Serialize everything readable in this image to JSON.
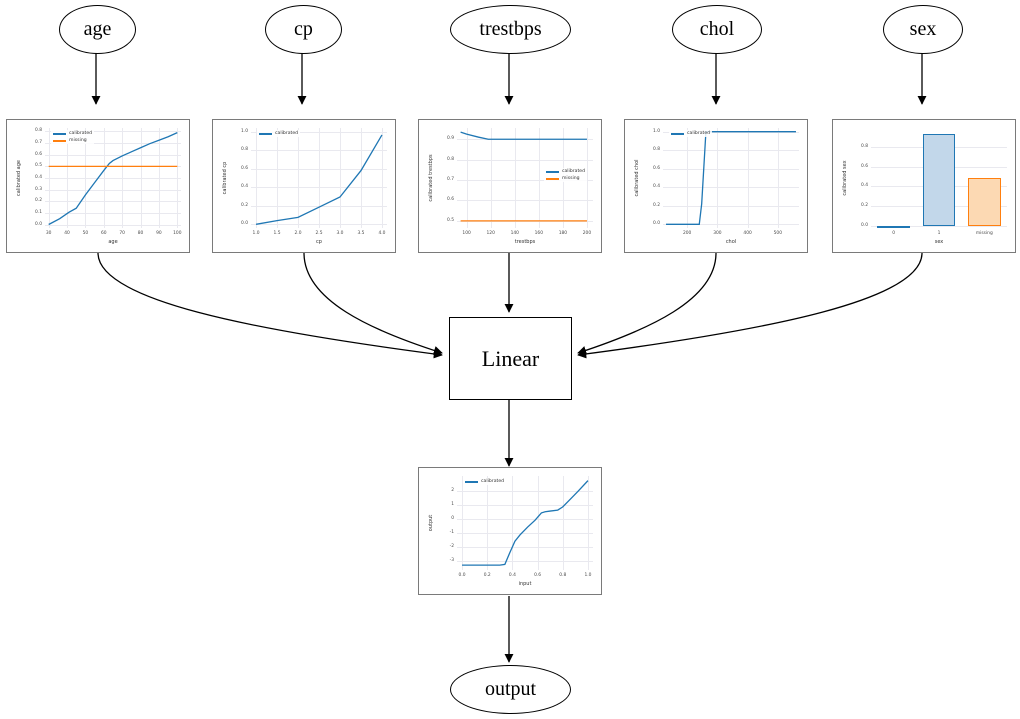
{
  "diagram": {
    "title": "neural-additive-model-graph",
    "input_nodes": [
      {
        "id": "age",
        "label": "age"
      },
      {
        "id": "cp",
        "label": "cp"
      },
      {
        "id": "trestbps",
        "label": "trestbps"
      },
      {
        "id": "chol",
        "label": "chol"
      },
      {
        "id": "sex",
        "label": "sex"
      }
    ],
    "linear_node": {
      "label": "Linear"
    },
    "output_node": {
      "label": "output"
    }
  },
  "colors": {
    "calibrated": "#1f77b4",
    "missing": "#ff7f0e",
    "bar_blue_face": "#c2d7ea",
    "bar_blue_edge": "#1f77b4",
    "bar_orange_face": "#fcd9b3",
    "bar_orange_edge": "#ff7f0e",
    "panel_border": "#7a7a7a",
    "grid": "#e9e9ef",
    "edge": "#000000"
  },
  "chart_data": [
    {
      "id": "age",
      "type": "line",
      "title": "",
      "xlabel": "age",
      "ylabel": "calibrated age",
      "xlim": [
        28,
        102
      ],
      "ylim": [
        -0.03,
        0.83
      ],
      "xticks": [
        30,
        40,
        50,
        60,
        70,
        80,
        90,
        100
      ],
      "yticks": [
        0.0,
        0.1,
        0.2,
        0.3,
        0.4,
        0.5,
        0.6,
        0.7,
        0.8
      ],
      "grid": true,
      "legend": [
        "calibrated",
        "missing"
      ],
      "legend_position": "upper left",
      "series": [
        {
          "name": "calibrated",
          "color": "#1f77b4",
          "x": [
            30,
            36,
            41,
            45,
            50,
            55,
            60,
            63,
            65,
            70,
            75,
            80,
            85,
            90,
            95,
            100
          ],
          "y": [
            0.0,
            0.05,
            0.105,
            0.14,
            0.255,
            0.36,
            0.465,
            0.525,
            0.55,
            0.59,
            0.625,
            0.66,
            0.695,
            0.725,
            0.755,
            0.79
          ]
        },
        {
          "name": "missing",
          "color": "#ff7f0e",
          "x": [
            30,
            100
          ],
          "y": [
            0.5,
            0.5
          ]
        }
      ]
    },
    {
      "id": "cp",
      "type": "line",
      "title": "",
      "xlabel": "cp",
      "ylabel": "calibrated cp",
      "xlim": [
        0.88,
        4.12
      ],
      "ylim": [
        -0.04,
        1.04
      ],
      "xticks": [
        1.0,
        1.5,
        2.0,
        2.5,
        3.0,
        3.5,
        4.0
      ],
      "yticks": [
        0.0,
        0.2,
        0.4,
        0.6,
        0.8,
        1.0
      ],
      "grid": true,
      "legend": [
        "calibrated"
      ],
      "legend_position": "upper left",
      "series": [
        {
          "name": "calibrated",
          "color": "#1f77b4",
          "x": [
            1.0,
            1.5,
            2.0,
            2.5,
            3.0,
            3.5,
            4.0
          ],
          "y": [
            0.0,
            0.04,
            0.075,
            0.185,
            0.295,
            0.58,
            0.965
          ]
        }
      ]
    },
    {
      "id": "trestbps",
      "type": "line",
      "title": "",
      "xlabel": "trestbps",
      "ylabel": "calibrated trestbps",
      "xlim": [
        92,
        205
      ],
      "ylim": [
        0.465,
        0.955
      ],
      "xticks": [
        100,
        120,
        140,
        160,
        180,
        200
      ],
      "yticks": [
        0.5,
        0.6,
        0.7,
        0.8,
        0.9
      ],
      "grid": true,
      "legend": [
        "calibrated",
        "missing"
      ],
      "legend_position": "center right",
      "series": [
        {
          "name": "calibrated",
          "color": "#1f77b4",
          "x": [
            95,
            100,
            110,
            118,
            130,
            150,
            170,
            200
          ],
          "y": [
            0.935,
            0.925,
            0.91,
            0.9,
            0.9,
            0.9,
            0.9,
            0.9
          ]
        },
        {
          "name": "missing",
          "color": "#ff7f0e",
          "x": [
            95,
            200
          ],
          "y": [
            0.5,
            0.5
          ]
        }
      ]
    },
    {
      "id": "chol",
      "type": "line",
      "title": "",
      "xlabel": "chol",
      "ylabel": "calibrated chol",
      "xlim": [
        120,
        570
      ],
      "ylim": [
        -0.04,
        1.04
      ],
      "xticks": [
        200,
        300,
        400,
        500
      ],
      "yticks": [
        0.0,
        0.2,
        0.4,
        0.6,
        0.8,
        1.0
      ],
      "grid": true,
      "legend": [
        "calibrated"
      ],
      "legend_position": "upper left",
      "series": [
        {
          "name": "calibrated",
          "color": "#1f77b4",
          "x": [
            130,
            200,
            240,
            248,
            262,
            300,
            400,
            500,
            560
          ],
          "y": [
            0.0,
            0.0,
            0.0,
            0.22,
            1.0,
            1.0,
            1.0,
            1.0,
            1.0
          ]
        }
      ]
    },
    {
      "id": "sex",
      "type": "bar",
      "title": "",
      "xlabel": "sex",
      "ylabel": "calibrated sex",
      "categories": [
        "0",
        "1",
        "missing"
      ],
      "values": [
        0.0,
        0.93,
        0.49
      ],
      "bar_colors": [
        "#c2d7ea",
        "#c2d7ea",
        "#fcd9b3"
      ],
      "bar_edge_colors": [
        "#1f77b4",
        "#1f77b4",
        "#ff7f0e"
      ],
      "ylim": [
        -0.02,
        0.99
      ],
      "yticks": [
        0.0,
        0.2,
        0.4,
        0.6,
        0.8
      ],
      "grid": true,
      "legend": [],
      "legend_position": "none"
    },
    {
      "id": "output",
      "type": "line",
      "title": "",
      "xlabel": "input",
      "ylabel": "output",
      "xlim": [
        -0.04,
        1.04
      ],
      "ylim": [
        -3.65,
        3.05
      ],
      "xticks": [
        0.0,
        0.2,
        0.4,
        0.6,
        0.8,
        1.0
      ],
      "yticks": [
        -3,
        -2,
        -1,
        0,
        1,
        2
      ],
      "grid": true,
      "legend": [
        "calibrated"
      ],
      "legend_position": "upper left",
      "series": [
        {
          "name": "calibrated",
          "color": "#1f77b4",
          "x": [
            0.0,
            0.1,
            0.2,
            0.3,
            0.34,
            0.38,
            0.42,
            0.46,
            0.52,
            0.58,
            0.63,
            0.66,
            0.7,
            0.76,
            0.8,
            0.86,
            0.92,
            1.0
          ],
          "y": [
            -3.3,
            -3.3,
            -3.3,
            -3.3,
            -3.25,
            -2.4,
            -1.6,
            -1.15,
            -0.6,
            -0.1,
            0.42,
            0.5,
            0.55,
            0.62,
            0.85,
            1.4,
            1.95,
            2.72
          ]
        }
      ]
    }
  ]
}
